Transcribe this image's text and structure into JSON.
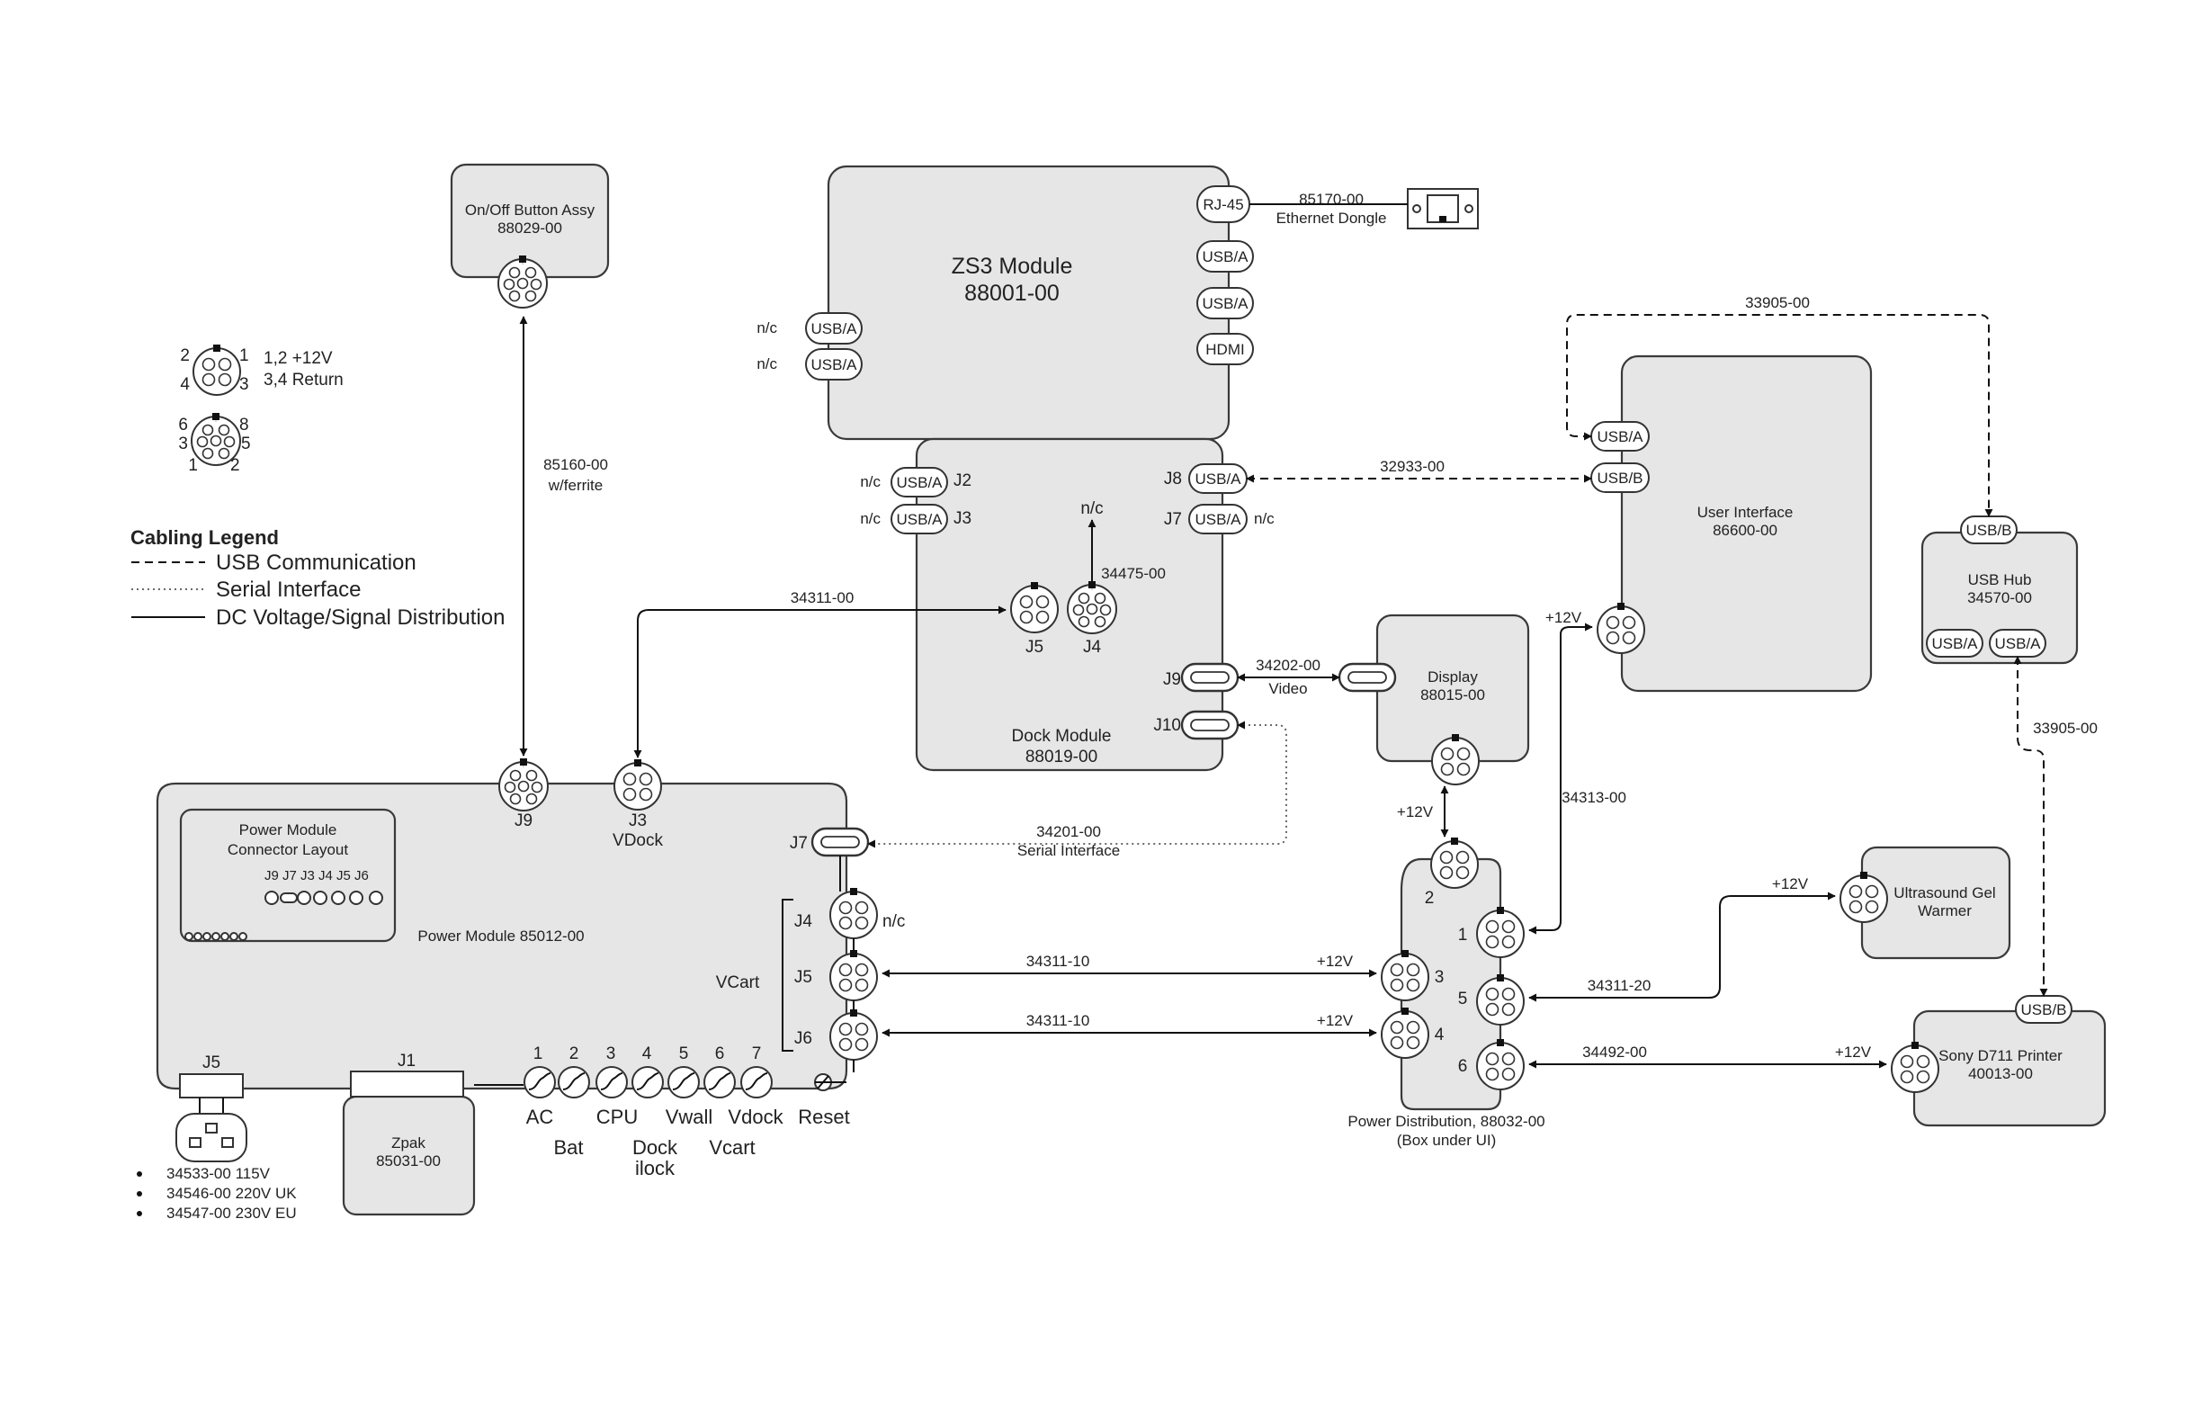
{
  "modules": {
    "on_off": {
      "name": "On/Off Button Assy",
      "pn": "88029-00"
    },
    "zs3": {
      "name": "ZS3 Module",
      "pn": "88001-00"
    },
    "dock": {
      "name": "Dock Module",
      "pn": "88019-00"
    },
    "display": {
      "name": "Display",
      "pn": "88015-00"
    },
    "ui": {
      "name": "User Interface",
      "pn": "86600-00"
    },
    "usb_hub": {
      "name": "USB Hub",
      "pn": "34570-00"
    },
    "ethernet": {
      "pn": "85170-00",
      "name": "Ethernet Dongle"
    },
    "power_module": {
      "name": "Power Module 85012-00",
      "inset_title1": "Power Module",
      "inset_title2": "Connector Layout",
      "inset_conns": "J9 J7 J3 J4  J5 J6"
    },
    "power_dist": {
      "name": "Power Distribution, 88032-00",
      "note": "(Box under UI)"
    },
    "gel_warmer": {
      "name1": "Ultrasound Gel",
      "name2": "Warmer"
    },
    "printer": {
      "name": "Sony D711 Printer",
      "pn": "40013-00"
    },
    "zpak": {
      "name": "Zpak",
      "pn": "85031-00"
    }
  },
  "connectors": {
    "rj45": "RJ-45",
    "usb_a": "USB/A",
    "usb_b": "USB/B",
    "hdmi": "HDMI",
    "nc": "n/c",
    "j2": "J2",
    "j3": "J3",
    "j4": "J4",
    "j5": "J5",
    "j6": "J6",
    "j7": "J7",
    "j8": "J8",
    "j9": "J9",
    "j10": "J10",
    "j1": "J1",
    "j3_vdock": "VDock",
    "vcart": "VCart",
    "reset": "Reset"
  },
  "cables": {
    "c85160_pn": "85160-00",
    "c85160_note": "w/ferrite",
    "c34311_00": "34311-00",
    "c34475": "34475-00",
    "c32933": "32933-00",
    "c33905_top": "33905-00",
    "c33905_side": "33905-00",
    "c34202": "34202-00",
    "c34202_note": "Video",
    "c34201": "34201-00",
    "c34201_note": "Serial Interface",
    "c34311_10a": "34311-10",
    "c34311_10b": "34311-10",
    "c34313": "34313-00",
    "c34311_20": "34311-20",
    "c34492": "34492-00",
    "plus12": "+12V"
  },
  "power_dist_ports": [
    "1",
    "2",
    "3",
    "4",
    "5",
    "6"
  ],
  "fuses": {
    "numbers": [
      "1",
      "2",
      "3",
      "4",
      "5",
      "6",
      "7"
    ],
    "labels_top": [
      "AC",
      "CPU",
      "Vwall",
      "Vdock"
    ],
    "labels_bottom": [
      "Bat",
      "Dock",
      "Vcart"
    ],
    "dock_ilock": "ilock"
  },
  "pinout": {
    "p4": [
      "2",
      "1",
      "4",
      "3"
    ],
    "p4_desc1": "1,2 +12V",
    "p4_desc2": "3,4  Return",
    "p8": [
      "6",
      "8",
      "3",
      "5",
      "1",
      "2"
    ]
  },
  "legend": {
    "title": "Cabling Legend",
    "items": [
      {
        "label": "USB Communication",
        "style": "dashed"
      },
      {
        "label": "Serial Interface",
        "style": "dotted"
      },
      {
        "label": "DC Voltage/Signal Distribution",
        "style": "solid"
      }
    ]
  },
  "power_cords": [
    "34533-00 115V",
    "34546-00 220V UK",
    "34547-00 230V EU"
  ]
}
